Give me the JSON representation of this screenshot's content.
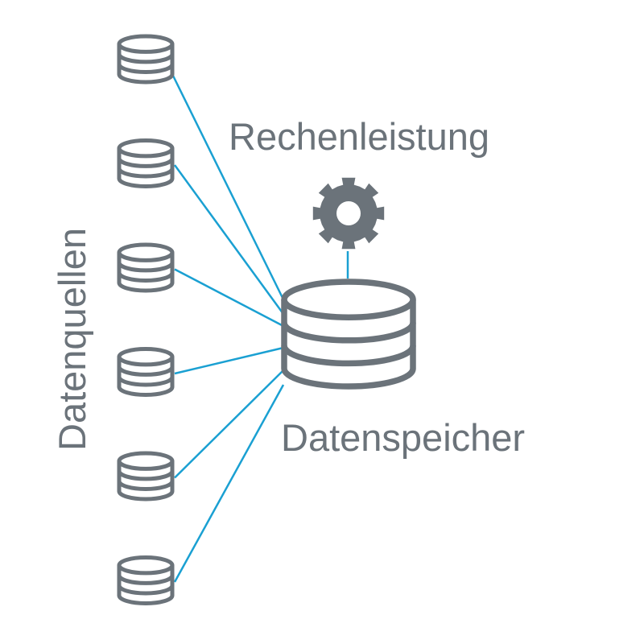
{
  "diagram": {
    "title_top": "Rechenleistung",
    "title_side": "Datenquellen",
    "title_bottom": "Datenspeicher",
    "source_count": 6,
    "icons": {
      "sources": "database-icon",
      "store": "database-icon",
      "compute": "gear-icon"
    }
  },
  "colors": {
    "icon": "#6b737a",
    "text": "#6b737a",
    "line": "#1aa0d2",
    "background": "#ffffff"
  }
}
